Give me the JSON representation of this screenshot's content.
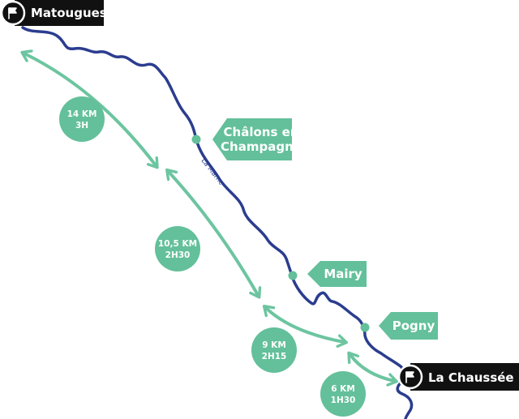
{
  "colors": {
    "river": "#2b3d8f",
    "route": "#6cc5a0",
    "bubble": "#63c09a",
    "endpoint_bg": "#111111",
    "label_text": "#ffffff"
  },
  "river": {
    "name": "La Marne"
  },
  "endpoints": {
    "start": {
      "name": "Matougues",
      "icon": "flag-icon"
    },
    "end": {
      "name": "La Chaussée",
      "icon": "flag-icon"
    }
  },
  "towns": [
    {
      "name_line1": "Châlons en",
      "name_line2": "Champagne"
    },
    {
      "name_line1": "Mairy",
      "name_line2": ""
    },
    {
      "name_line1": "Pogny",
      "name_line2": ""
    }
  ],
  "segments": [
    {
      "distance": "14 KM",
      "duration": "3H"
    },
    {
      "distance": "10,5 KM",
      "duration": "2H30"
    },
    {
      "distance": "9 KM",
      "duration": "2H15"
    },
    {
      "distance": "6 KM",
      "duration": "1H30"
    }
  ]
}
